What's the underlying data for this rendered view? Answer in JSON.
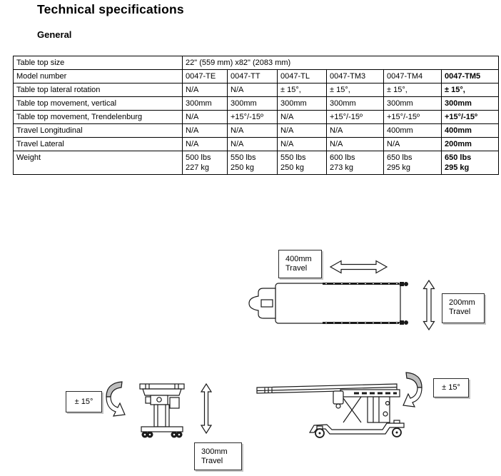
{
  "page": {
    "title": "Technical specifications",
    "section_heading": "General"
  },
  "spec_table": {
    "size_row": {
      "label": "Table top size",
      "value": "22\" (559 mm) x82\" (2083 mm)"
    },
    "rows": [
      {
        "label": "Model number",
        "cells": [
          "0047-TE",
          "0047-TT",
          "0047-TL",
          "0047-TM3",
          "0047-TM4",
          "0047-TM5"
        ]
      },
      {
        "label": "Table top lateral rotation",
        "cells": [
          "N/A",
          "N/A",
          "± 15°,",
          "± 15°,",
          "± 15°,",
          "± 15°,"
        ]
      },
      {
        "label": "Table top movement, vertical",
        "cells": [
          "300mm",
          "300mm",
          "300mm",
          "300mm",
          "300mm",
          "300mm"
        ]
      },
      {
        "label": "Table top movement, Trendelenburg",
        "cells": [
          "N/A",
          "+15°/-15º",
          "N/A",
          "+15°/-15º",
          "+15°/-15º",
          "+15°/-15º"
        ]
      },
      {
        "label": "Travel Longitudinal",
        "cells": [
          "N/A",
          "N/A",
          "N/A",
          "N/A",
          "400mm",
          "400mm"
        ]
      },
      {
        "label": "Travel Lateral",
        "cells": [
          "N/A",
          "N/A",
          "N/A",
          "N/A",
          "N/A",
          "200mm"
        ]
      },
      {
        "label": "Weight",
        "cells": [
          [
            "500 lbs",
            "227 kg"
          ],
          [
            "550 lbs",
            "250 kg"
          ],
          [
            "550 lbs",
            "250 kg"
          ],
          [
            "600 lbs",
            "273 kg"
          ],
          [
            "650 lbs",
            "295 kg"
          ],
          [
            "650 lbs",
            "295 kg"
          ]
        ]
      }
    ]
  },
  "diagrams": {
    "longitudinal": {
      "line1": "400mm",
      "line2": "Travel"
    },
    "lateral": {
      "line1": "200mm",
      "line2": "Travel"
    },
    "vertical": {
      "line1": "300mm",
      "line2": "Travel"
    },
    "rotation_left": "± 15°",
    "rotation_right": "± 15°"
  },
  "colors": {
    "ink": "#1a1a1a",
    "arrow_ribbon_gray": "#bdbdbd"
  }
}
